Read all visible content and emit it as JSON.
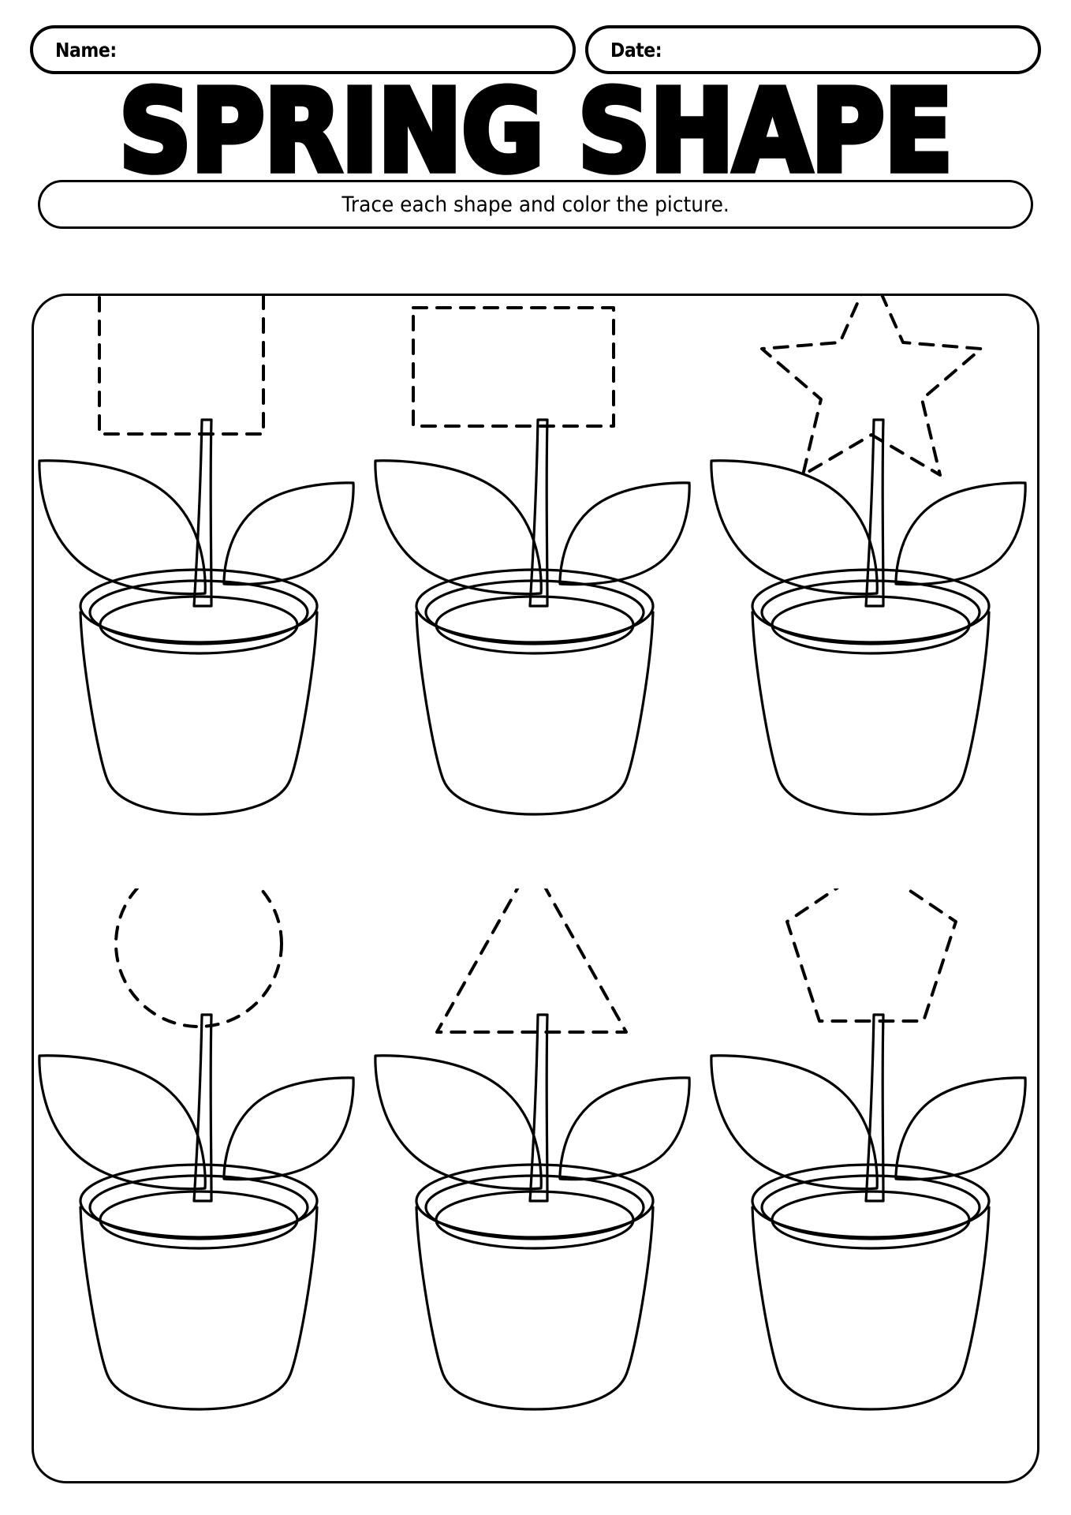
{
  "header": {
    "name_label": "Name:",
    "date_label": "Date:"
  },
  "title": "SPRING SHAPE",
  "subtitle": "Trace each shape and color the picture.",
  "colors": {
    "ink": "#000000",
    "paper": "#ffffff"
  },
  "worksheet": {
    "rows": 2,
    "columns": 3,
    "items": [
      {
        "index": 1,
        "shape": "square",
        "shape_icon": "square-trace-icon",
        "row": 1,
        "column": 1,
        "trace_style": "dashed"
      },
      {
        "index": 2,
        "shape": "rectangle",
        "shape_icon": "rectangle-trace-icon",
        "row": 1,
        "column": 2,
        "trace_style": "dashed"
      },
      {
        "index": 3,
        "shape": "star",
        "shape_icon": "star-trace-icon",
        "row": 1,
        "column": 3,
        "trace_style": "dashed"
      },
      {
        "index": 4,
        "shape": "circle",
        "shape_icon": "circle-trace-icon",
        "row": 2,
        "column": 1,
        "trace_style": "dashed"
      },
      {
        "index": 5,
        "shape": "triangle",
        "shape_icon": "triangle-trace-icon",
        "row": 2,
        "column": 2,
        "trace_style": "dashed"
      },
      {
        "index": 6,
        "shape": "pentagon",
        "shape_icon": "pentagon-trace-icon",
        "row": 2,
        "column": 3,
        "trace_style": "dashed"
      }
    ],
    "plant_parts": [
      "flower-pot",
      "pot-rim",
      "soil-line",
      "stem",
      "left-leaf",
      "right-leaf"
    ]
  }
}
